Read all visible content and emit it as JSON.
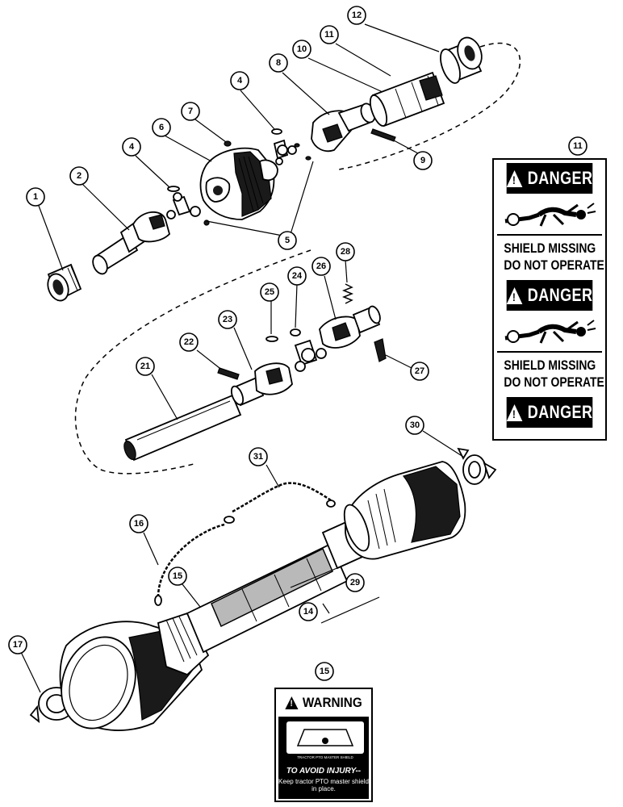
{
  "callouts": {
    "c1": "1",
    "c2": "2",
    "c4a": "4",
    "c4b": "4",
    "c5": "5",
    "c6": "6",
    "c7": "7",
    "c8": "8",
    "c9": "9",
    "c10": "10",
    "c11a": "11",
    "c11b": "11",
    "c12": "12",
    "c14": "14",
    "c15a": "15",
    "c15b": "15",
    "c16": "16",
    "c17": "17",
    "c21": "21",
    "c22": "22",
    "c23": "23",
    "c24": "24",
    "c25": "25",
    "c26": "26",
    "c27": "27",
    "c28": "28",
    "c29": "29",
    "c30": "30",
    "c31": "31"
  },
  "danger_decal": {
    "header": "DANGER",
    "line1": "SHIELD MISSING",
    "line2": "DO NOT OPERATE"
  },
  "warning_decal": {
    "header": "WARNING",
    "picture_caption": "TRACTOR PTO MASTER SHIELD",
    "avoid": "TO AVOID INJURY--",
    "instruction": "Keep tractor PTO master shield in place."
  }
}
